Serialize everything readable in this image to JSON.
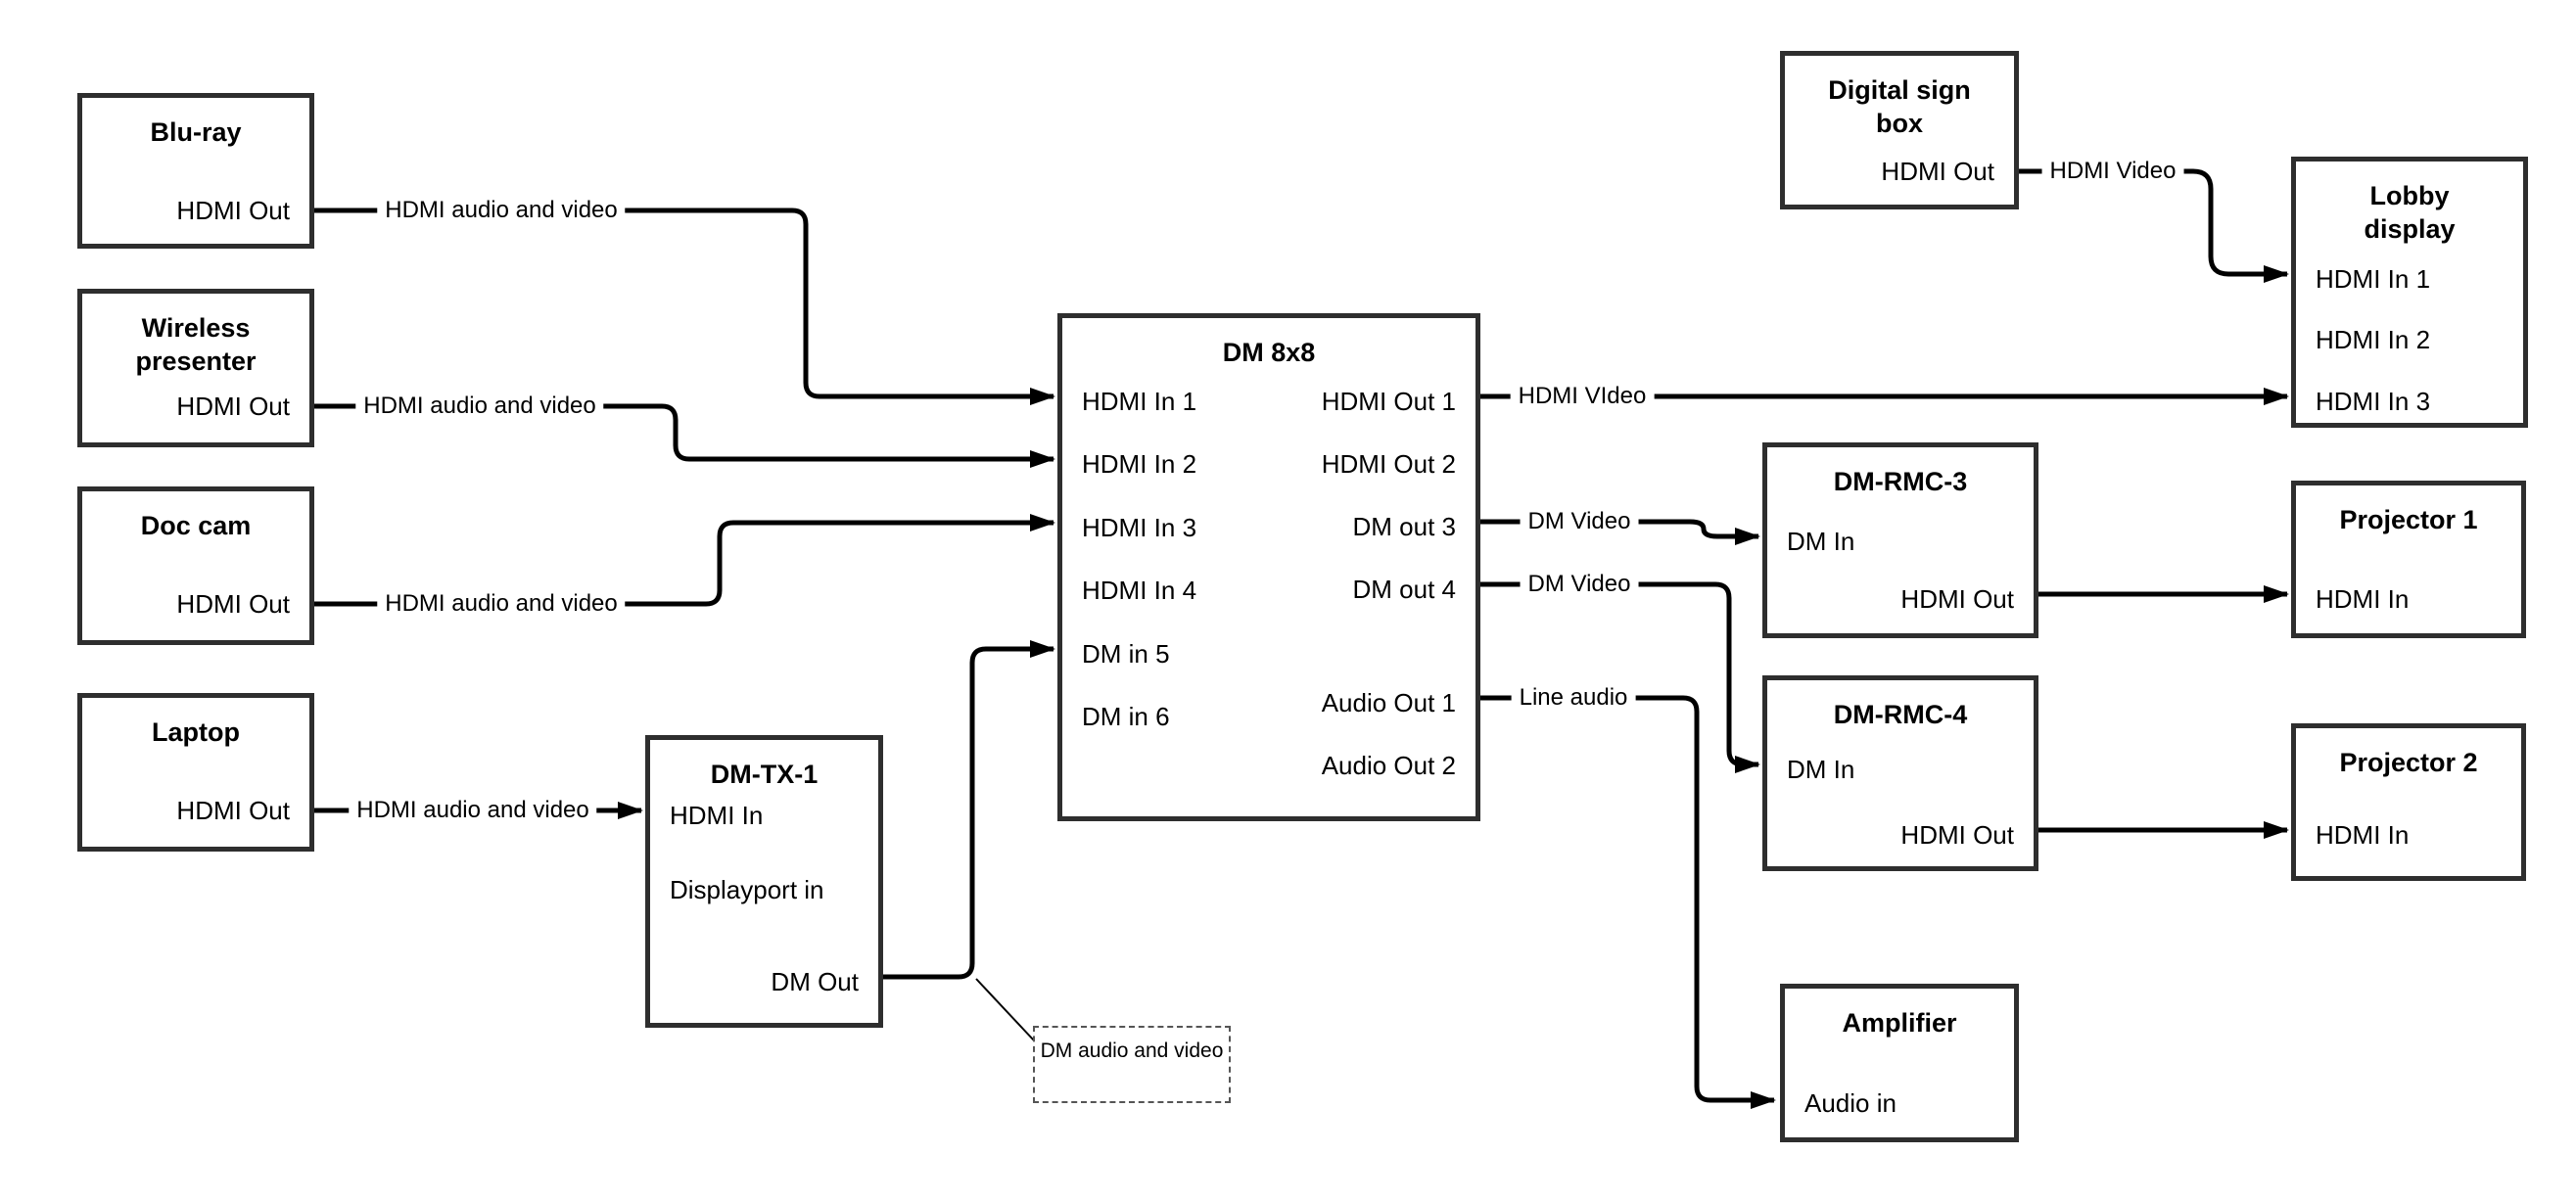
{
  "diagram": {
    "background": "#ffffff",
    "line_color": "#000000",
    "box_border_color": "#2e2e2e"
  },
  "nodes": {
    "bluray": {
      "title": "Blu-ray",
      "port_hdmi_out": "HDMI Out"
    },
    "wireless_presenter": {
      "title": "Wireless presenter",
      "port_hdmi_out": "HDMI Out"
    },
    "doc_cam": {
      "title": "Doc cam",
      "port_hdmi_out": "HDMI Out"
    },
    "laptop": {
      "title": "Laptop",
      "port_hdmi_out": "HDMI Out"
    },
    "dm_tx_1": {
      "title": "DM-TX-1",
      "port_hdmi_in": "HDMI In",
      "port_displayport_in": "Displayport in",
      "port_dm_out": "DM Out"
    },
    "dm_8x8": {
      "title": "DM 8x8",
      "inputs": [
        "HDMI In 1",
        "HDMI In 2",
        "HDMI In 3",
        "HDMI In 4",
        "DM in 5",
        "DM in 6"
      ],
      "outputs": [
        "HDMI Out 1",
        "HDMI Out 2",
        "DM out 3",
        "DM out 4",
        "Audio Out 1",
        "Audio Out 2"
      ]
    },
    "digital_sign_box": {
      "title": "Digital sign box",
      "port_hdmi_out": "HDMI Out"
    },
    "lobby_display": {
      "title": "Lobby display",
      "inputs": [
        "HDMI In 1",
        "HDMI In 2",
        "HDMI In 3"
      ]
    },
    "dm_rmc_3": {
      "title": "DM-RMC-3",
      "port_dm_in": "DM In",
      "port_hdmi_out": "HDMI Out"
    },
    "projector_1": {
      "title": "Projector 1",
      "port_hdmi_in": "HDMI In"
    },
    "dm_rmc_4": {
      "title": "DM-RMC-4",
      "port_dm_in": "DM In",
      "port_hdmi_out": "HDMI Out"
    },
    "projector_2": {
      "title": "Projector 2",
      "port_hdmi_in": "HDMI In"
    },
    "amplifier": {
      "title": "Amplifier",
      "port_audio_in": "Audio in"
    }
  },
  "cable_labels": {
    "bluray_to_dm": "HDMI audio and video",
    "wireless_to_dm": "HDMI audio and video",
    "doccam_to_dm": "HDMI audio and video",
    "laptop_to_tx": "HDMI audio and video",
    "hdmi_out1": "HDMI VIdeo",
    "dm_out3": "DM Video",
    "dm_out4": "DM Video",
    "audio_out1": "Line audio",
    "digital_sign": "HDMI Video"
  },
  "annotation": {
    "text": "DM audio and video"
  }
}
